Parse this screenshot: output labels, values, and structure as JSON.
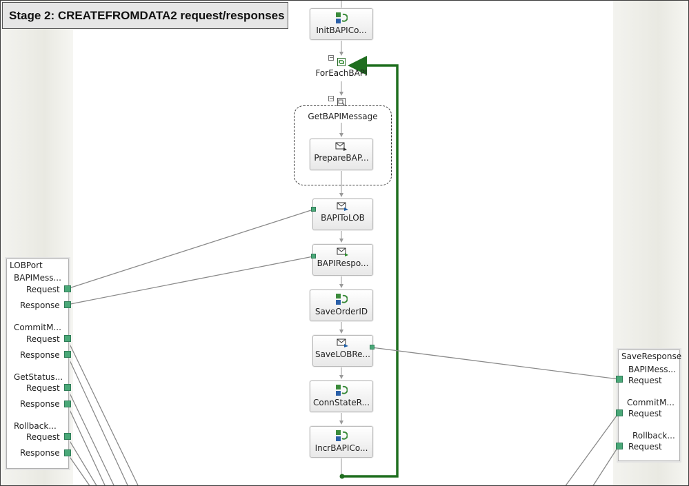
{
  "stage_title": "Stage 2: CREATEFROMDATA2 request/responses",
  "shapes": {
    "init": "InitBAPICo...",
    "foreach": "ForEachBAPI",
    "get_message": "GetBAPIMessage",
    "prepare": "PrepareBAP...",
    "bapi_to_lob": "BAPIToLOB",
    "bapi_response": "BAPIRespo...",
    "save_order_id": "SaveOrderID",
    "save_lob_response": "SaveLOBRe...",
    "conn_state": "ConnStateR...",
    "incr_bapi": "IncrBAPICo..."
  },
  "left_port": {
    "title": "LOBPort",
    "operations": [
      {
        "name": "BAPIMess...",
        "request": "Request",
        "response": "Response"
      },
      {
        "name": "CommitM...",
        "request": "Request",
        "response": "Response"
      },
      {
        "name": "GetStatus...",
        "request": "Request",
        "response": "Response"
      },
      {
        "name": "Rollback...",
        "request": "Request",
        "response": "Response"
      }
    ]
  },
  "right_port": {
    "title": "SaveResponse",
    "operations": [
      {
        "name": "BAPIMess...",
        "request": "Request"
      },
      {
        "name": "CommitM...",
        "request": "Request"
      },
      {
        "name": "Rollback...",
        "request": "Request"
      }
    ]
  },
  "colors": {
    "loop_arrow": "#1f6e1f",
    "port_connector": "#4aa878",
    "lane": "#ecece6"
  },
  "icons": {
    "expression": "expression-icon",
    "loop": "loop-icon",
    "scope": "scope-icon",
    "send": "send-message-icon",
    "receive": "receive-message-icon",
    "construct": "construct-message-icon"
  }
}
